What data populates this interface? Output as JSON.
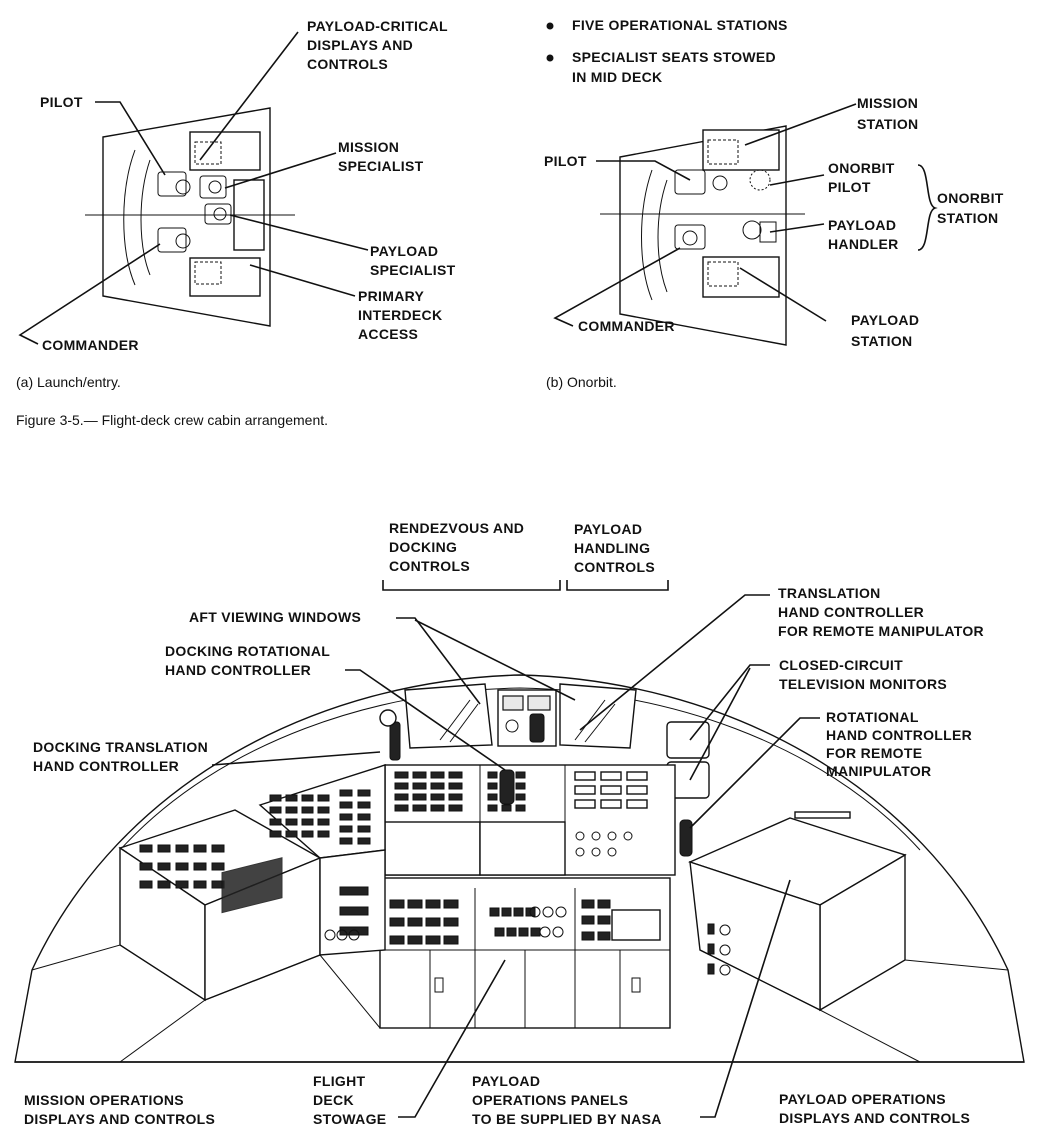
{
  "figure_top": {
    "launch": {
      "labels": {
        "payload_critical": [
          "PAYLOAD-CRITICAL",
          "DISPLAYS AND",
          "CONTROLS"
        ],
        "pilot": [
          "PILOT"
        ],
        "mission_specialist": [
          "MISSION",
          "SPECIALIST"
        ],
        "payload_specialist": [
          "PAYLOAD",
          "SPECIALIST"
        ],
        "primary_interdeck": [
          "PRIMARY",
          "INTERDECK",
          "ACCESS"
        ],
        "commander": [
          "COMMANDER"
        ]
      },
      "caption": "(a) Launch/entry."
    },
    "onorbit": {
      "bullets": [
        [
          "FIVE OPERATIONAL STATIONS"
        ],
        [
          "SPECIALIST SEATS STOWED",
          "IN MID DECK"
        ]
      ],
      "labels": {
        "mission_station": [
          "MISSION",
          "STATION"
        ],
        "pilot": [
          "PILOT"
        ],
        "onorbit_pilot": [
          "ONORBIT",
          "PILOT"
        ],
        "onorbit_station": [
          "ONORBIT",
          "STATION"
        ],
        "payload_handler": [
          "PAYLOAD",
          "HANDLER"
        ],
        "commander": [
          "COMMANDER"
        ],
        "payload_station": [
          "PAYLOAD",
          "STATION"
        ]
      },
      "caption": "(b) Onorbit."
    },
    "figure_caption": "Figure 3-5.— Flight-deck crew cabin arrangement."
  },
  "figure_bottom": {
    "labels": {
      "rendezvous": [
        "RENDEZVOUS AND",
        "DOCKING",
        "CONTROLS"
      ],
      "payload_handling": [
        "PAYLOAD",
        "HANDLING",
        "CONTROLS"
      ],
      "aft_windows": [
        "AFT VIEWING WINDOWS"
      ],
      "translation_hc": [
        "TRANSLATION",
        "HAND CONTROLLER",
        "FOR REMOTE MANIPULATOR"
      ],
      "docking_rotational": [
        "DOCKING ROTATIONAL",
        "HAND CONTROLLER"
      ],
      "cctv": [
        "CLOSED-CIRCUIT",
        "TELEVISION MONITORS"
      ],
      "docking_translation": [
        "DOCKING TRANSLATION",
        "HAND CONTROLLER"
      ],
      "rotational_hc": [
        "ROTATIONAL",
        "HAND CONTROLLER",
        "FOR REMOTE",
        "MANIPULATOR"
      ],
      "mission_ops": [
        "MISSION OPERATIONS",
        "DISPLAYS AND CONTROLS"
      ],
      "flight_deck_stowage": [
        "FLIGHT",
        "DECK",
        "STOWAGE"
      ],
      "payload_ops_panels": [
        "PAYLOAD",
        "OPERATIONS PANELS",
        "TO BE SUPPLIED BY NASA"
      ],
      "payload_ops_dc": [
        "PAYLOAD OPERATIONS",
        "DISPLAYS AND CONTROLS"
      ]
    }
  }
}
